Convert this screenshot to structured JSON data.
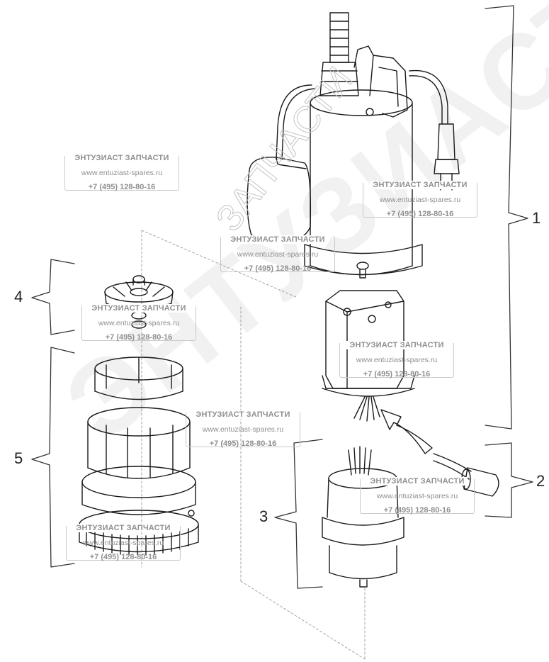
{
  "callouts": [
    {
      "id": "1",
      "label": "1"
    },
    {
      "id": "2",
      "label": "2"
    },
    {
      "id": "3",
      "label": "3"
    },
    {
      "id": "4",
      "label": "4"
    },
    {
      "id": "5",
      "label": "5"
    }
  ],
  "watermark": {
    "title": "ЭНТУЗИАСТ ЗАПЧАСТИ",
    "url": "www.entuziast-spares.ru",
    "phone": "+7 (495) 128-80-16",
    "big_text": "ЭНТУЗИАСТ!",
    "diag_text": "ЗАПЧАСТИ"
  }
}
